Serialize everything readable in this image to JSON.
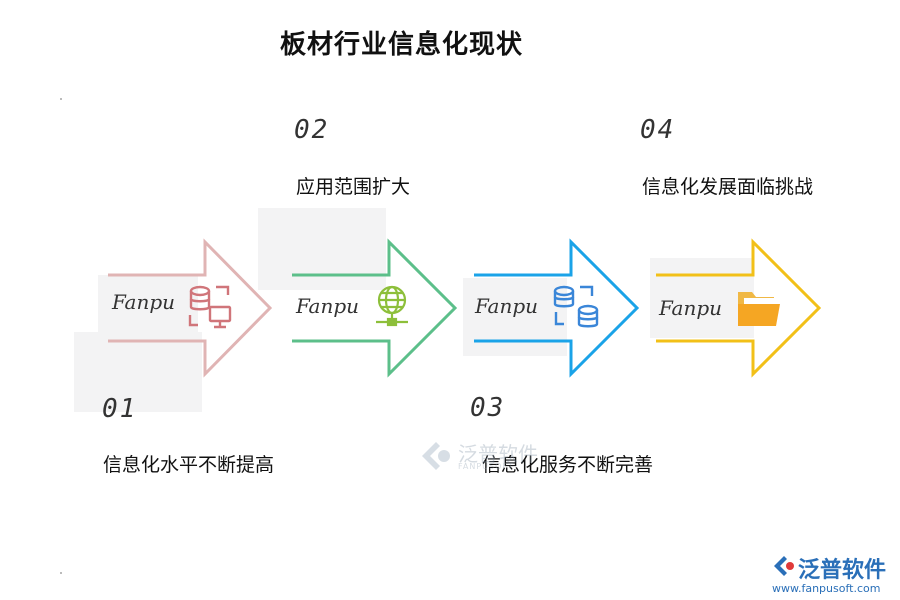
{
  "title": "板材行业信息化现状",
  "steps": [
    {
      "num": "01",
      "label": "信息化水平不断提高",
      "color": "#d9a8a8",
      "icon": "database-monitor-icon"
    },
    {
      "num": "02",
      "label": "应用范围扩大",
      "color": "#5cbf8a",
      "icon": "globe-network-icon"
    },
    {
      "num": "03",
      "label": "信息化服务不断完善",
      "color": "#1aa3e8",
      "icon": "database-sync-icon"
    },
    {
      "num": "04",
      "label": "信息化发展面临挑战",
      "color": "#f2c018",
      "icon": "folder-icon"
    }
  ],
  "arrow_text": "Fanpu",
  "watermark": {
    "name": "泛普软件",
    "sub": "FANPUSOFT"
  },
  "brand": {
    "name": "泛普软件",
    "url": "www.fanpusoft.com"
  }
}
